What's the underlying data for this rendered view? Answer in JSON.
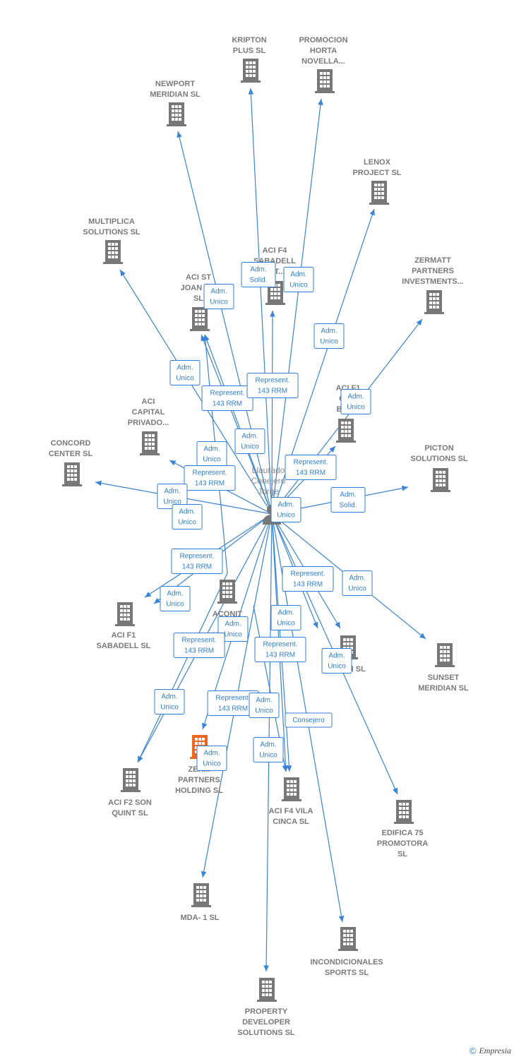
{
  "colors": {
    "edge": "#3a84d8",
    "building": "#777777",
    "target_building": "#f26522",
    "center": "#777777"
  },
  "center": {
    "id": "center",
    "lines": [
      "Llaurado",
      "Conejero",
      "Jorge"
    ],
    "icon": "person-icon"
  },
  "nodes": [
    {
      "id": "kripton",
      "lines": [
        "KRIPTON",
        "PLUS  SL"
      ],
      "icon": "building-icon"
    },
    {
      "id": "promocion",
      "lines": [
        "PROMOCION",
        "HORTA",
        "NOVELLA..."
      ],
      "icon": "building-icon"
    },
    {
      "id": "newport",
      "lines": [
        "NEWPORT",
        "MERIDIAN  SL"
      ],
      "icon": "building-icon"
    },
    {
      "id": "lenox",
      "lines": [
        "LENOX",
        "PROJECT  SL"
      ],
      "icon": "building-icon"
    },
    {
      "id": "multiplica",
      "lines": [
        "MULTIPLICA",
        "SOLUTIONS SL"
      ],
      "icon": "building-icon"
    },
    {
      "id": "acif4sabadell",
      "lines": [
        "ACI F4",
        "SABADELL",
        "ALT..."
      ],
      "icon": "building-icon"
    },
    {
      "id": "zermattinv",
      "lines": [
        "ZERMATT",
        "PARTNERS",
        "INVESTMENTS..."
      ],
      "icon": "building-icon"
    },
    {
      "id": "acistjoan",
      "lines": [
        "ACI ST",
        "JOAN D...",
        "SL"
      ],
      "icon": "building-icon"
    },
    {
      "id": "acif1bra",
      "lines": [
        "ACI F1",
        "CO...",
        "BRA..."
      ],
      "icon": "building-icon"
    },
    {
      "id": "acicapital",
      "lines": [
        "ACI",
        "CAPITAL",
        "PRIVADO..."
      ],
      "icon": "building-icon"
    },
    {
      "id": "concord",
      "lines": [
        "CONCORD",
        "CENTER  SL"
      ],
      "icon": "building-icon"
    },
    {
      "id": "picton",
      "lines": [
        "PICTON",
        "SOLUTIONS SL"
      ],
      "icon": "building-icon"
    },
    {
      "id": "aconit",
      "lines": [
        "ACONIT",
        "CO...",
        "MA... SL"
      ],
      "icon": "building-icon"
    },
    {
      "id": "acif1sabadell",
      "lines": [
        "ACI F1",
        "SABADELL  SL"
      ],
      "icon": "building-icon"
    },
    {
      "id": "aciam",
      "lines": [
        "A...  ...M  SL"
      ],
      "icon": "building-icon"
    },
    {
      "id": "sunset",
      "lines": [
        "SUNSET",
        "MERIDIAN SL"
      ],
      "icon": "building-icon"
    },
    {
      "id": "zermatthold",
      "lines": [
        "ZER...",
        "PARTNERS",
        "HOLDING  SL"
      ],
      "icon": "building-icon",
      "highlight": true
    },
    {
      "id": "acif2son",
      "lines": [
        "ACI F2 SON",
        "QUINT  SL"
      ],
      "icon": "building-icon"
    },
    {
      "id": "acif4vila",
      "lines": [
        "ACI F4 VILA",
        "CINCA  SL"
      ],
      "icon": "building-icon"
    },
    {
      "id": "edifica",
      "lines": [
        "EDIFICA 75",
        "PROMOTORA",
        "SL"
      ],
      "icon": "building-icon"
    },
    {
      "id": "mda",
      "lines": [
        "MDA- 1 SL"
      ],
      "icon": "building-icon"
    },
    {
      "id": "incondicionales",
      "lines": [
        "INCONDICIONALES",
        "SPORTS SL"
      ],
      "icon": "building-icon"
    },
    {
      "id": "property",
      "lines": [
        "PROPERTY",
        "DEVELOPER",
        "SOLUTIONS SL"
      ],
      "icon": "building-icon"
    }
  ],
  "edge_labels": [
    {
      "lines": [
        "Adm.",
        "Solid."
      ]
    },
    {
      "lines": [
        "Adm.",
        "Unico"
      ]
    },
    {
      "lines": [
        "Adm.",
        "Unico"
      ]
    },
    {
      "lines": [
        "Adm.",
        "Unico"
      ]
    },
    {
      "lines": [
        "Adm.",
        "Unico"
      ]
    },
    {
      "lines": [
        "Represent.",
        "143 RRM"
      ]
    },
    {
      "lines": [
        "Represent.",
        "143 RRM"
      ]
    },
    {
      "lines": [
        "Adm.",
        "Unico"
      ]
    },
    {
      "lines": [
        "Adm.",
        "Unico"
      ]
    },
    {
      "lines": [
        "Adm.",
        "Unico"
      ]
    },
    {
      "lines": [
        "Represent.",
        "143 RRM"
      ]
    },
    {
      "lines": [
        "Represent.",
        "143 RRM"
      ]
    },
    {
      "lines": [
        "Adm.",
        "Unico"
      ]
    },
    {
      "lines": [
        "Adm.",
        "Solid."
      ]
    },
    {
      "lines": [
        "Adm.",
        "Unico"
      ]
    },
    {
      "lines": [
        "Adm.",
        "Unico"
      ]
    },
    {
      "lines": [
        "Represent.",
        "143 RRM"
      ]
    },
    {
      "lines": [
        "Represent.",
        "143 RRM"
      ]
    },
    {
      "lines": [
        "Adm.",
        "Unico"
      ]
    },
    {
      "lines": [
        "Adm.",
        "Unico"
      ]
    },
    {
      "lines": [
        "Adm.",
        "Unico"
      ]
    },
    {
      "lines": [
        "Adm.",
        "Unico"
      ]
    },
    {
      "lines": [
        "Represent.",
        "143 RRM"
      ]
    },
    {
      "lines": [
        "Represent.",
        "143 RRM"
      ]
    },
    {
      "lines": [
        "Adm.",
        "Unico"
      ]
    },
    {
      "lines": [
        "Adm.",
        "Unico"
      ]
    },
    {
      "lines": [
        "Represent.",
        "143 RRM"
      ]
    },
    {
      "lines": [
        "Adm.",
        "Unico"
      ]
    },
    {
      "lines": [
        "Consejero"
      ]
    },
    {
      "lines": [
        "Adm.",
        "Unico"
      ]
    },
    {
      "lines": [
        "Adm.",
        "Unico"
      ]
    }
  ],
  "footer": {
    "copyright": "©",
    "brand": "Empresia"
  }
}
